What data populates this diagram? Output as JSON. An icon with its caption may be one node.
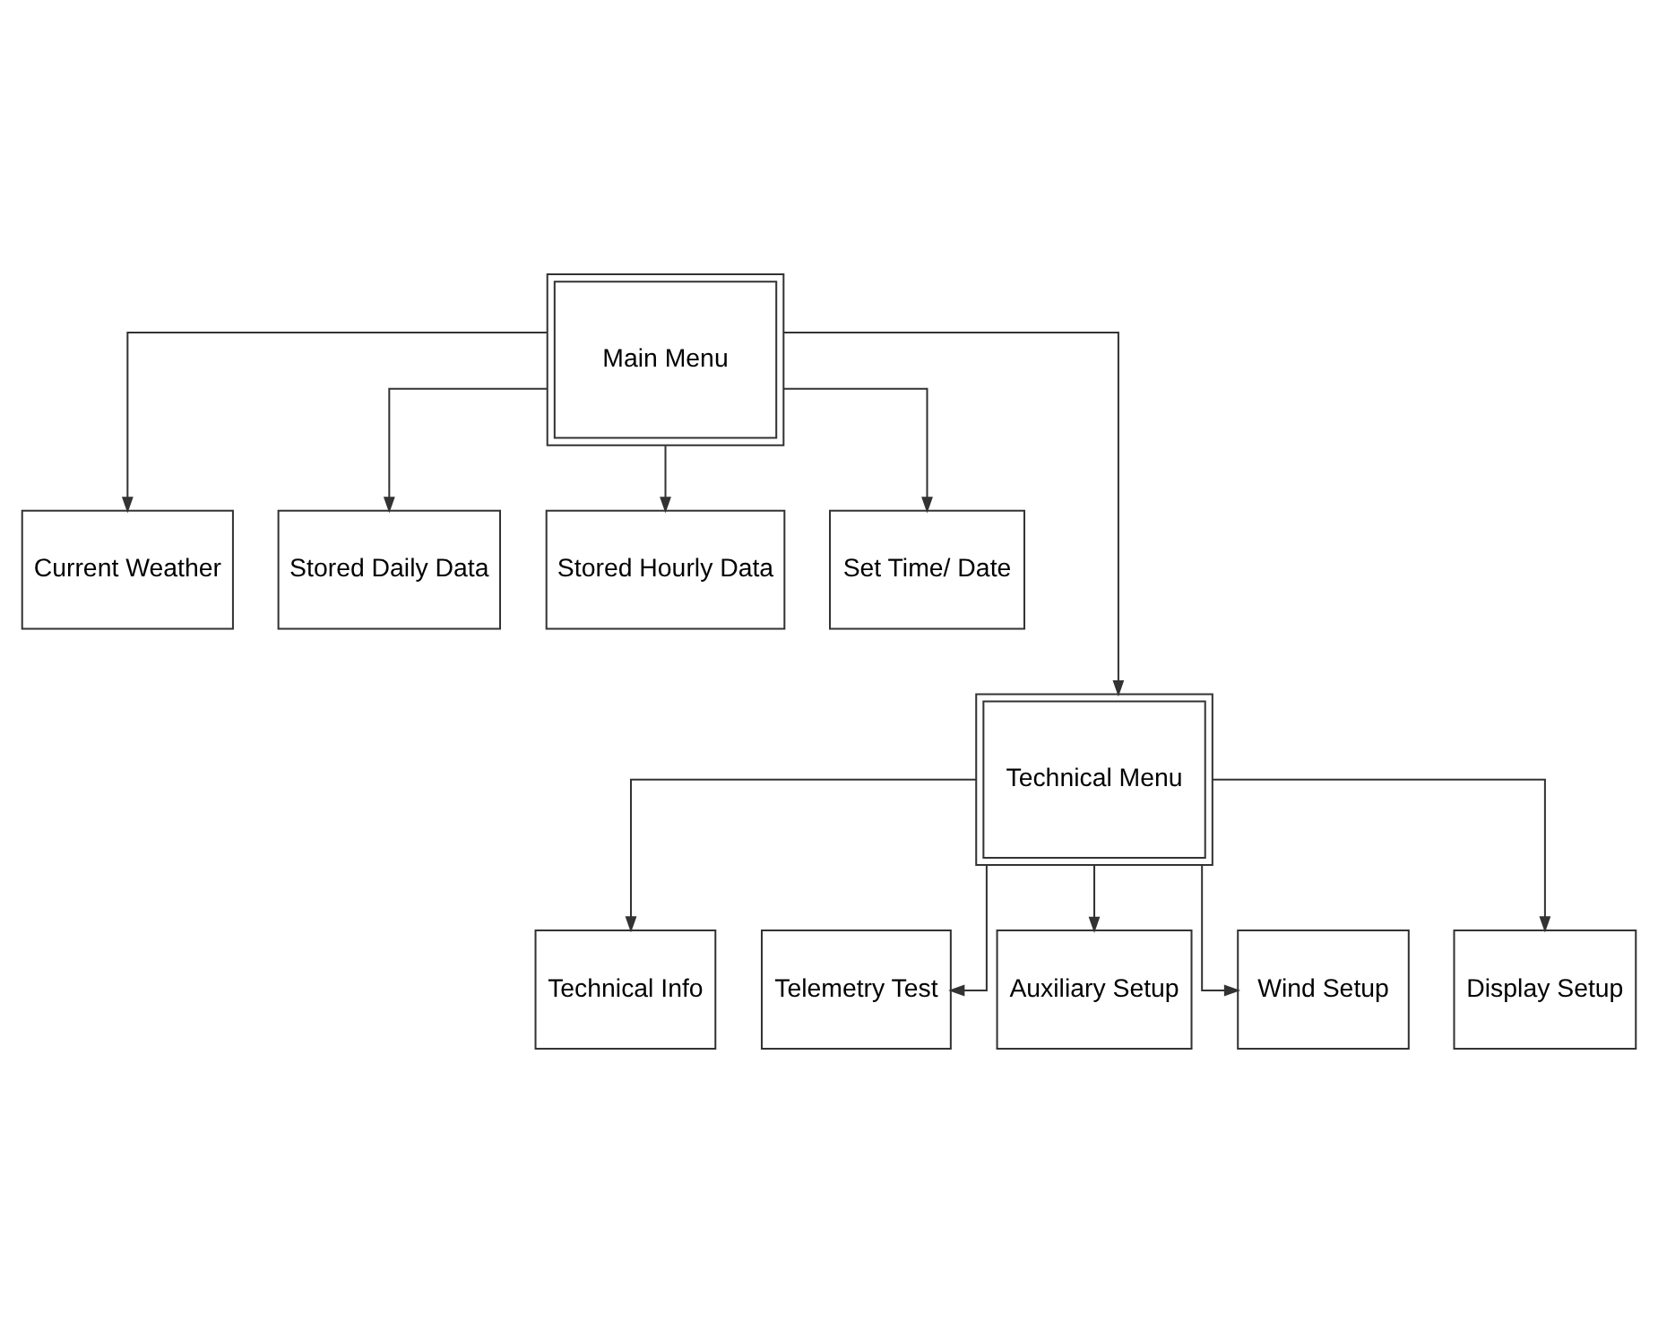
{
  "diagram": {
    "nodes": [
      {
        "text": [
          "Main Menu"
        ]
      },
      {
        "text": [
          "Current Weather"
        ]
      },
      {
        "text": [
          "Stored Daily Data"
        ]
      },
      {
        "text": [
          "Stored Hourly Data"
        ]
      },
      {
        "text": [
          "Set Time/ Date"
        ]
      },
      {
        "text": [
          "Technical Menu"
        ]
      },
      {
        "text": [
          "Technical Info"
        ]
      },
      {
        "text": [
          "Telemetry Test"
        ]
      },
      {
        "text": [
          "Auxiliary Setup"
        ]
      },
      {
        "text": [
          "Wind Setup"
        ]
      },
      {
        "text": [
          "Display Setup"
        ]
      }
    ],
    "edges": [
      {
        "from": 0,
        "to": 1,
        "arrow": "to"
      },
      {
        "from": 0,
        "to": 2,
        "arrow": "to"
      },
      {
        "from": 0,
        "to": 5,
        "arrow": "to"
      },
      {
        "from": 0,
        "to": 3,
        "arrow": "to"
      },
      {
        "from": 0,
        "to": 4,
        "arrow": "to"
      },
      {
        "from": 5,
        "to": 6,
        "arrow": "to"
      },
      {
        "from": 5,
        "to": 7,
        "arrow": "to"
      },
      {
        "from": 5,
        "to": 8,
        "arrow": "to"
      },
      {
        "from": 5,
        "to": 9,
        "arrow": "to"
      },
      {
        "from": 5,
        "to": 10,
        "arrow": "to"
      }
    ]
  }
}
